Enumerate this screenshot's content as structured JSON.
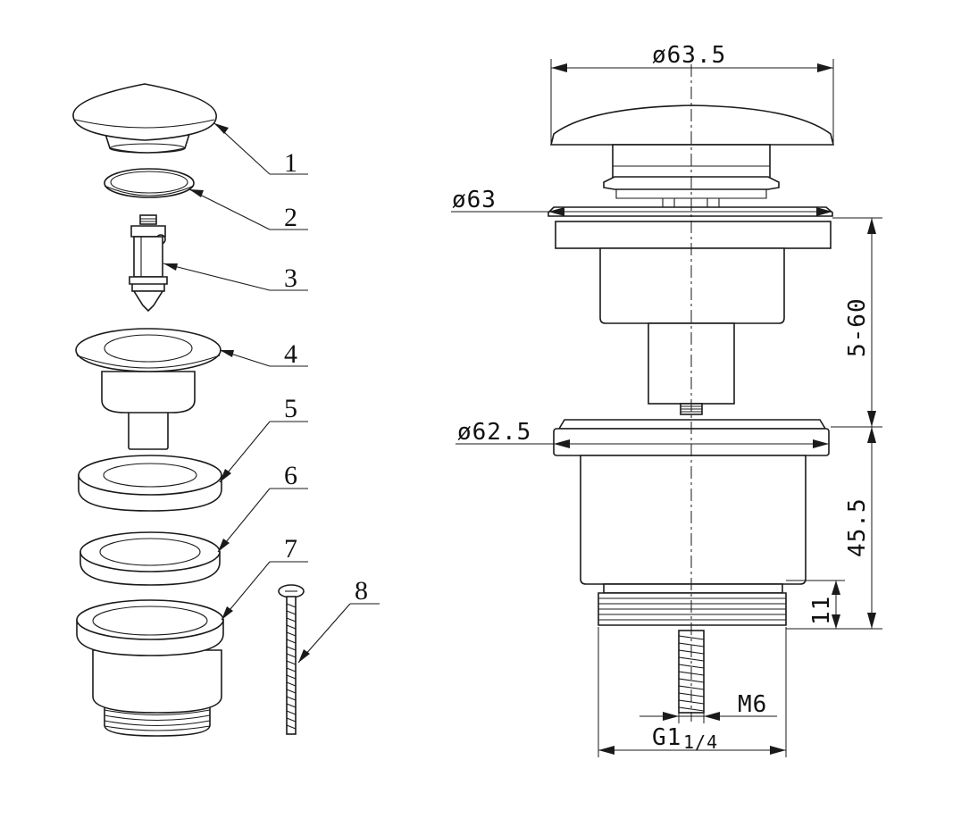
{
  "callouts": [
    "1",
    "2",
    "3",
    "4",
    "5",
    "6",
    "7",
    "8"
  ],
  "dimensions": {
    "cap_diameter": "ø63.5",
    "flange_diameter": "ø63",
    "adjust_range": "5-60",
    "body_flange_diameter": "ø62.5",
    "body_height": "45.5",
    "thread_length": "11",
    "bolt_thread": "M6",
    "outlet_thread_main": "G1",
    "outlet_thread_fraction": "1/4"
  }
}
